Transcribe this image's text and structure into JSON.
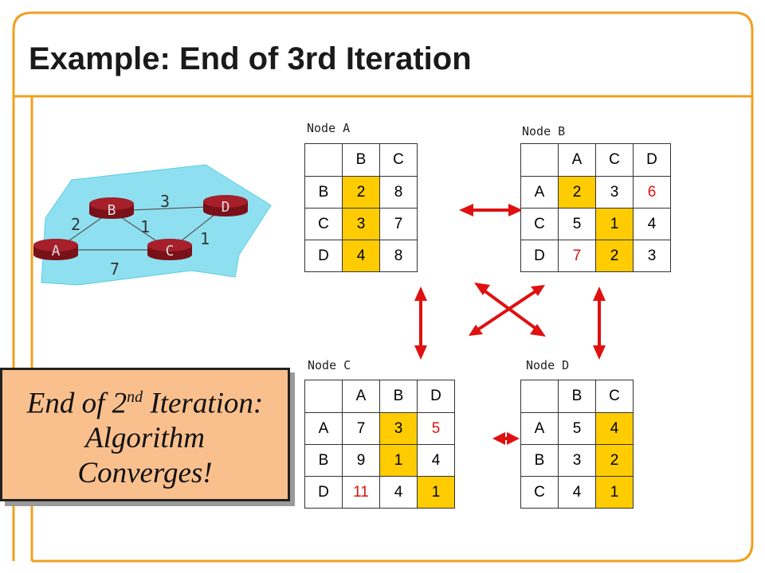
{
  "slide": {
    "title": "Example: End of 3rd Iteration",
    "accent_color": "#f0a020"
  },
  "graph": {
    "nodes": [
      "A",
      "B",
      "C",
      "D"
    ],
    "edges": [
      {
        "from": "A",
        "to": "B",
        "cost": "2"
      },
      {
        "from": "B",
        "to": "D",
        "cost": "3"
      },
      {
        "from": "B",
        "to": "C",
        "cost": "1"
      },
      {
        "from": "C",
        "to": "D",
        "cost": "1"
      },
      {
        "from": "A",
        "to": "C",
        "cost": "7"
      }
    ]
  },
  "tables": {
    "node_a": {
      "label": "Node A",
      "columns": [
        "B",
        "C"
      ],
      "rows": [
        {
          "dest": "B",
          "cells": [
            {
              "v": "2",
              "hl": true
            },
            {
              "v": "8"
            }
          ]
        },
        {
          "dest": "C",
          "cells": [
            {
              "v": "3",
              "hl": true
            },
            {
              "v": "7"
            }
          ]
        },
        {
          "dest": "D",
          "cells": [
            {
              "v": "4",
              "hl": true
            },
            {
              "v": "8"
            }
          ]
        }
      ]
    },
    "node_b": {
      "label": "Node B",
      "columns": [
        "A",
        "C",
        "D"
      ],
      "rows": [
        {
          "dest": "A",
          "cells": [
            {
              "v": "2",
              "hl": true
            },
            {
              "v": "3"
            },
            {
              "v": "6",
              "red": true
            }
          ]
        },
        {
          "dest": "C",
          "cells": [
            {
              "v": "5"
            },
            {
              "v": "1",
              "hl": true
            },
            {
              "v": "4"
            }
          ]
        },
        {
          "dest": "D",
          "cells": [
            {
              "v": "7",
              "red": true
            },
            {
              "v": "2",
              "hl": true
            },
            {
              "v": "3"
            }
          ]
        }
      ]
    },
    "node_c": {
      "label": "Node C",
      "columns": [
        "A",
        "B",
        "D"
      ],
      "rows": [
        {
          "dest": "A",
          "cells": [
            {
              "v": "7"
            },
            {
              "v": "3",
              "hl": true
            },
            {
              "v": "5",
              "red": true
            }
          ]
        },
        {
          "dest": "B",
          "cells": [
            {
              "v": "9"
            },
            {
              "v": "1",
              "hl": true
            },
            {
              "v": "4"
            }
          ]
        },
        {
          "dest": "D",
          "cells": [
            {
              "v": "11",
              "red": true
            },
            {
              "v": "4"
            },
            {
              "v": "1",
              "hl": true
            }
          ]
        }
      ]
    },
    "node_d": {
      "label": "Node D",
      "columns": [
        "B",
        "C"
      ],
      "rows": [
        {
          "dest": "A",
          "cells": [
            {
              "v": "5"
            },
            {
              "v": "4",
              "hl": true
            }
          ]
        },
        {
          "dest": "B",
          "cells": [
            {
              "v": "3"
            },
            {
              "v": "2",
              "hl": true
            }
          ]
        },
        {
          "dest": "C",
          "cells": [
            {
              "v": "4"
            },
            {
              "v": "1",
              "hl": true
            }
          ]
        }
      ]
    }
  },
  "callout": {
    "line1_prefix": "End of 2",
    "line1_sup": "nd",
    "line1_suffix": " Iteration:",
    "line2": "Algorithm",
    "line3": "Converges!"
  },
  "colors": {
    "highlight": "#fecc00",
    "changed_value": "#e01010",
    "arrow": "#e01010",
    "network_area": "#8ee0f0",
    "router": "#a5202a",
    "callout_fill": "#f9c08e"
  }
}
